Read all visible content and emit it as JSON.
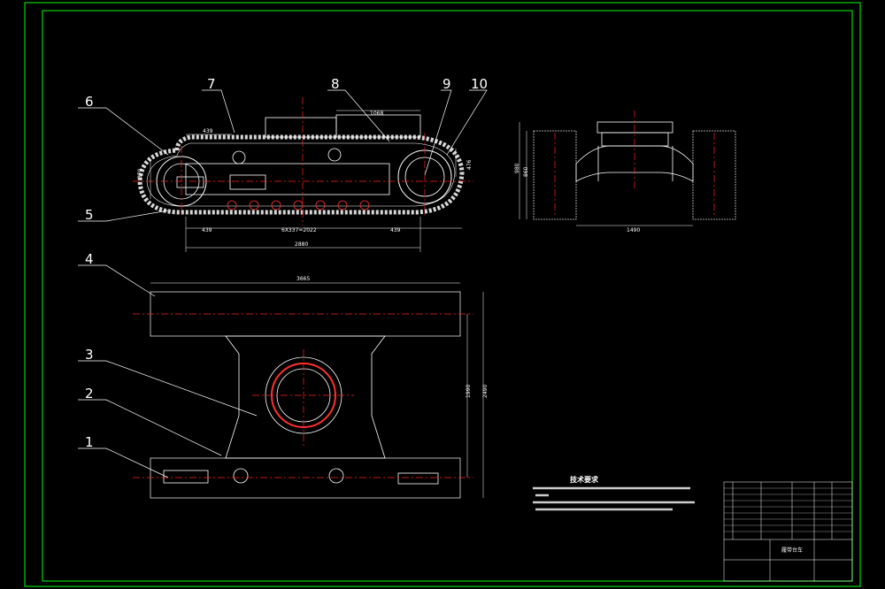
{
  "drawing": {
    "callouts": [
      "1",
      "2",
      "3",
      "4",
      "5",
      "6",
      "7",
      "8",
      "9",
      "10"
    ],
    "side_view_dims": {
      "left_height": "370",
      "top_left": "439",
      "top_mid": "1068",
      "right_height": "476",
      "bottom_left": "439",
      "bottom_mid": "6X337=2022",
      "bottom_right": "439",
      "overall": "2880"
    },
    "end_view_dims": {
      "height_outer": "980",
      "height_inner": "860",
      "width": "1490"
    },
    "top_view_dims": {
      "length": "3665",
      "inner_width": "1990",
      "outer_width": "2490"
    },
    "notes": {
      "title": "技术要求"
    },
    "title_block": {
      "assembly_name": "履带台车"
    }
  },
  "colors": {
    "frame": "#00ff00",
    "line": "#ffffff",
    "center": "#ff2020",
    "track": "#d0d0d0"
  }
}
